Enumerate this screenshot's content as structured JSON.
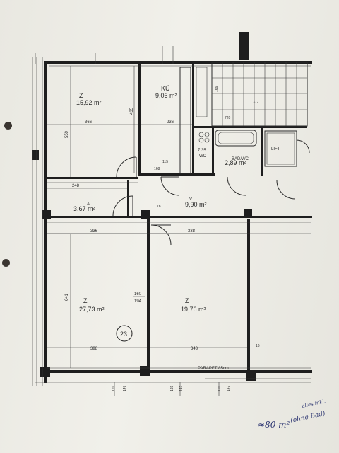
{
  "rooms": [
    {
      "label": "Z",
      "area": "15,92 m²"
    },
    {
      "label": "KÜ",
      "area": "9,06 m²"
    },
    {
      "label": "BAD/WC",
      "area": "2,89 m²"
    },
    {
      "label": "Z",
      "area": "27,73 m²"
    },
    {
      "label": "Z",
      "area": "19,76 m²"
    },
    {
      "label": "A",
      "area": "3,67 m²"
    },
    {
      "label": "V",
      "area": "9,90 m²"
    }
  ],
  "small_rooms": {
    "wc_label": "WC",
    "wc_number": "7,35",
    "lift": "LIFT"
  },
  "dimensions": {
    "top_width_left": "366",
    "top_width_right": "236",
    "hall_left": "248",
    "bottom_left": "398",
    "bottom_right": "343",
    "mid_left": "336",
    "mid_right": "338",
    "height_left": "559",
    "height_left_lower": "641",
    "door_1": "160",
    "door_2": "194",
    "stair_a": "372",
    "stair_b": "720",
    "stair_c": "166",
    "kitchen_h": "435",
    "wc_w": "115",
    "wc_h": "168",
    "hall_w": "78",
    "lower_right_h": "16",
    "parapet": "PARAPET 85cm",
    "bottom_ticks": [
      "169",
      "147",
      "169",
      "147",
      "169",
      "147"
    ]
  },
  "unit_number": "23",
  "handwritten_note": {
    "area": "≈80 m²",
    "note": "(ohne Bad)",
    "note2": "alles inkl."
  }
}
